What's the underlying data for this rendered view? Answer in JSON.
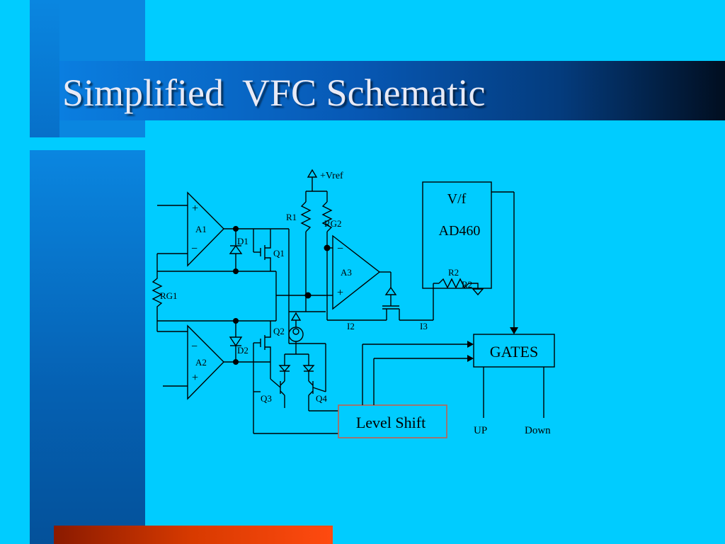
{
  "slide": {
    "title": "Simplified  VFC Schematic",
    "colors": {
      "background": "#00ccff",
      "side_bar": "#0770c9",
      "title_band_start": "#0a7ee0",
      "title_band_end": "#010e20",
      "title_text": "#e8eaf6",
      "bottom_bar": "#d83a00"
    }
  },
  "schematic": {
    "vref": "+Vref",
    "opamps": {
      "a1": {
        "name": "A1",
        "plus": "+",
        "minus": "−"
      },
      "a2": {
        "name": "A2",
        "plus": "+",
        "minus": "−"
      },
      "a3": {
        "name": "A3",
        "plus": "+",
        "minus": "−"
      }
    },
    "resistors": {
      "r1": "R1",
      "rg1": "RG1",
      "rg2": "RG2",
      "r2": "R2",
      "r2b": "R2"
    },
    "diodes": {
      "d1": "D1",
      "d2": "D2"
    },
    "transistors": {
      "q1": "Q1",
      "q2": "Q2",
      "q3": "Q3",
      "q4": "Q4"
    },
    "currents": {
      "i2": "I2",
      "i3": "I3"
    },
    "vf_block": {
      "line1": "V/f",
      "line2": "AD460"
    },
    "gates_block": "GATES",
    "level_shift_block": "Level Shift",
    "outputs": {
      "up": "UP",
      "down": "Down"
    }
  }
}
